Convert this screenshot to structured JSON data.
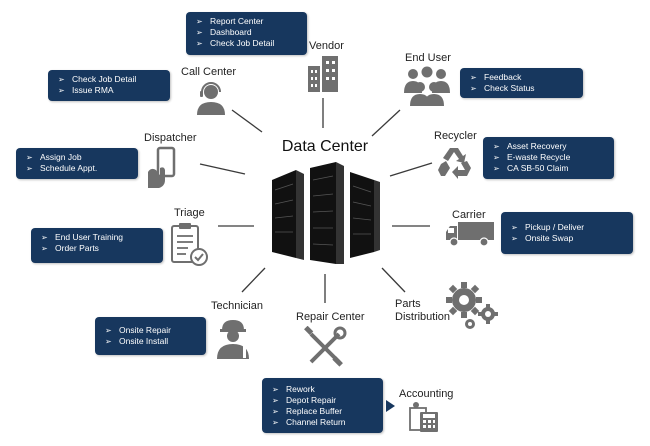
{
  "center": {
    "title": "Data Center"
  },
  "nodes": {
    "vendor": {
      "label": "Vendor",
      "items": [
        "Report Center",
        "Dashboard",
        "Check Job Detail"
      ]
    },
    "call_center": {
      "label": "Call Center",
      "items": [
        "Check Job Detail",
        "Issue RMA"
      ]
    },
    "end_user": {
      "label": "End User",
      "items": [
        "Feedback",
        "Check Status"
      ]
    },
    "dispatcher": {
      "label": "Dispatcher",
      "items": [
        "Assign Job",
        "Schedule Appt."
      ]
    },
    "recycler": {
      "label": "Recycler",
      "items": [
        "Asset Recovery",
        "E-waste Recycle",
        "CA SB-50 Claim"
      ]
    },
    "triage": {
      "label": "Triage",
      "items": [
        "End User Training",
        "Order Parts"
      ]
    },
    "carrier": {
      "label": "Carrier",
      "items": [
        "Pickup / Deliver",
        "Onsite Swap"
      ]
    },
    "technician": {
      "label": "Technician",
      "items": [
        "Onsite Repair",
        "Onsite Install"
      ]
    },
    "parts_distribution": {
      "label_line1": "Parts",
      "label_line2": "Distribution"
    },
    "repair_center": {
      "label": "Repair Center",
      "items": [
        "Rework",
        "Depot Repair",
        "Replace Buffer",
        "Channel Return"
      ]
    },
    "accounting": {
      "label": "Accounting"
    }
  },
  "colors": {
    "box": "#17375e",
    "icon": "#6f6f6f",
    "server": "#111111",
    "line": "#3a3a3a"
  },
  "icons": {
    "vendor": "building-icon",
    "call_center": "headset-agent-icon",
    "end_user": "group-icon",
    "dispatcher": "phone-hand-icon",
    "recycler": "recycle-icon",
    "triage": "clipboard-check-icon",
    "carrier": "truck-icon",
    "technician": "worker-icon",
    "parts_distribution": "gears-icon",
    "repair_center": "tools-icon",
    "accounting": "calculator-icon",
    "center": "server-rack-icon"
  }
}
